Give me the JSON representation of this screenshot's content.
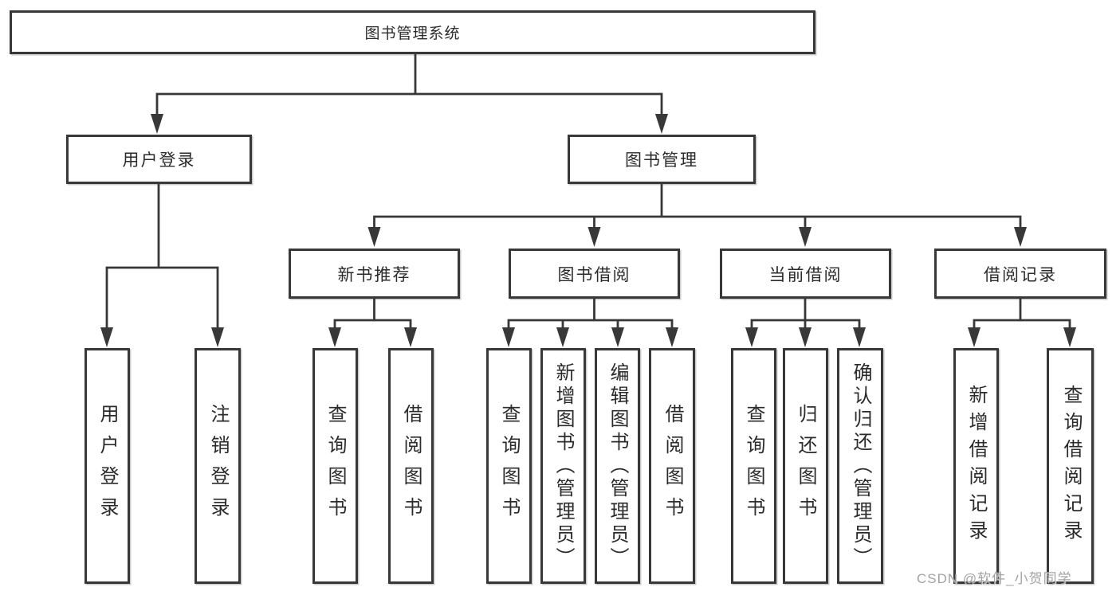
{
  "tree": {
    "root": "图书管理系统",
    "children": [
      {
        "label": "用户登录",
        "children": [
          "用户登录",
          "注销登录"
        ]
      },
      {
        "label": "图书管理",
        "children": [
          {
            "label": "新书推荐",
            "children": [
              "查询图书",
              "借阅图书"
            ]
          },
          {
            "label": "图书借阅",
            "children": [
              "查询图书",
              "新增图书（管理员）",
              "编辑图书（管理员）",
              "借阅图书"
            ]
          },
          {
            "label": "当前借阅",
            "children": [
              "查询图书",
              "归还图书",
              "确认归还（管理员）"
            ]
          },
          {
            "label": "借阅记录",
            "children": [
              "新增借阅记录",
              "查询借阅记录"
            ]
          }
        ]
      }
    ]
  },
  "watermark": {
    "text": "CSDN @软件_小贺同学"
  },
  "colors": {
    "line": "#383838",
    "background": "#ffffff",
    "watermark": "#a3a3a3"
  }
}
